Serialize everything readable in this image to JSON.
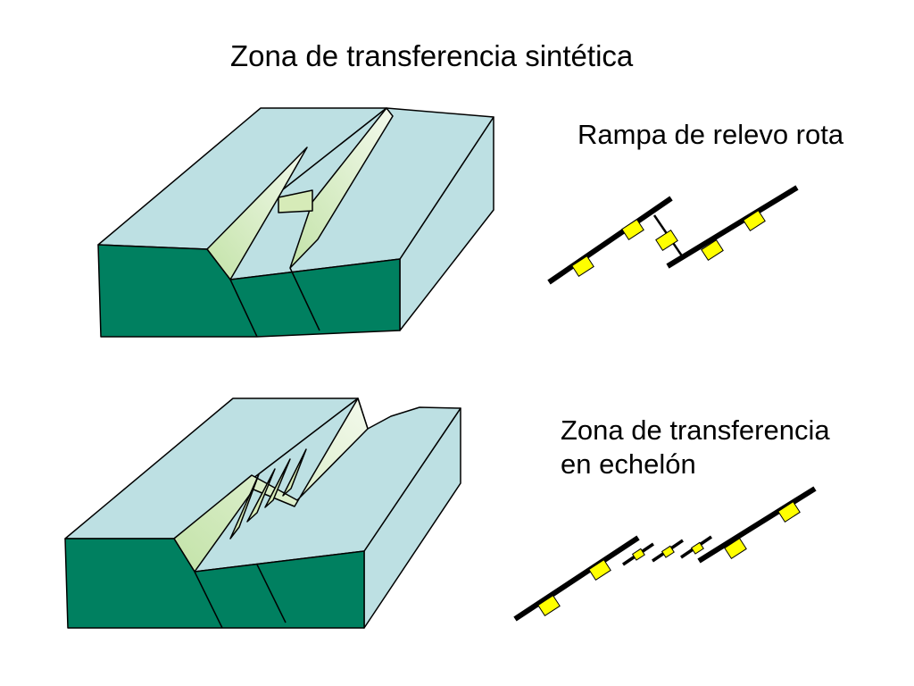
{
  "title": "Zona de transferencia sintética",
  "rampa": {
    "label": "Rampa de relevo rota"
  },
  "echelon": {
    "label_line1": "Zona de transferencia",
    "label_line2": "en echelón"
  },
  "colors": {
    "block_top": "#bde0e3",
    "block_front": "#008060",
    "fault_scarp": "#d6ebb8",
    "fault_line": "#000000",
    "hanging_wall_marker": "#ffff00"
  }
}
